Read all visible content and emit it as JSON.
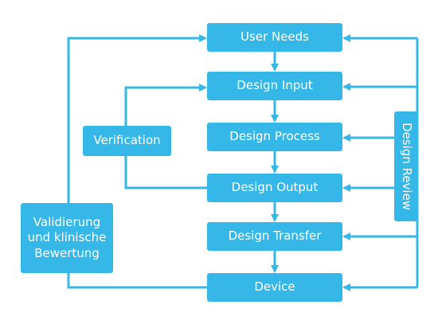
{
  "diagram": {
    "stages": [
      {
        "id": "user-needs",
        "label": "User Needs"
      },
      {
        "id": "design-input",
        "label": "Design Input"
      },
      {
        "id": "design-process",
        "label": "Design Process"
      },
      {
        "id": "design-output",
        "label": "Design Output"
      },
      {
        "id": "design-transfer",
        "label": "Design Transfer"
      },
      {
        "id": "device",
        "label": "Device"
      }
    ],
    "verification": {
      "label": "Verification"
    },
    "validation": {
      "label": "Validierung\nund klinische\nBewertung"
    },
    "design_review": {
      "label": "Design Review"
    }
  },
  "colors": {
    "box": "#35b8e8",
    "text": "#ffffff",
    "line": "#35b8e8"
  }
}
